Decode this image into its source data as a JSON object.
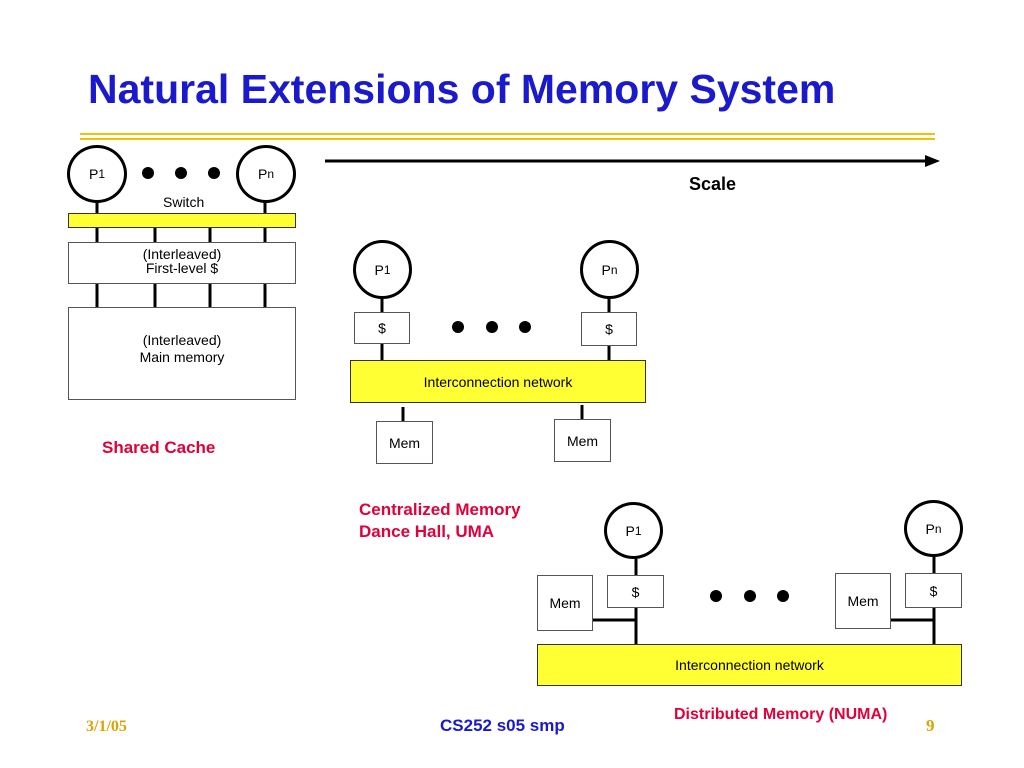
{
  "slide": {
    "title": "Natural Extensions of Memory System",
    "footer": {
      "date": "3/1/05",
      "course": "CS252 s05 smp",
      "page": "9"
    }
  },
  "scale": {
    "label": "Scale"
  },
  "shared_cache": {
    "p1": {
      "base": "P",
      "sub": "1"
    },
    "pn": {
      "base": "P",
      "sub": "n"
    },
    "switch_label": "Switch",
    "cache_line1": "(Interleaved)",
    "cache_line2": "First-level $",
    "memory_line1": "(Interleaved)",
    "memory_line2": "Main memory",
    "caption": "Shared Cache"
  },
  "centralized": {
    "p1": {
      "base": "P",
      "sub": "1"
    },
    "pn": {
      "base": "P",
      "sub": "n"
    },
    "cache_left": "$",
    "cache_right": "$",
    "network": "Interconnection network",
    "mem_left": "Mem",
    "mem_right": "Mem",
    "caption_line1": "Centralized Memory",
    "caption_line2": "Dance Hall, UMA"
  },
  "distributed": {
    "p1": {
      "base": "P",
      "sub": "1"
    },
    "pn": {
      "base": "P",
      "sub": "n"
    },
    "mem_left": "Mem",
    "cache_left": "$",
    "mem_right": "Mem",
    "cache_right": "$",
    "network": "Interconnection network",
    "caption": "Distributed Memory (NUMA)"
  }
}
